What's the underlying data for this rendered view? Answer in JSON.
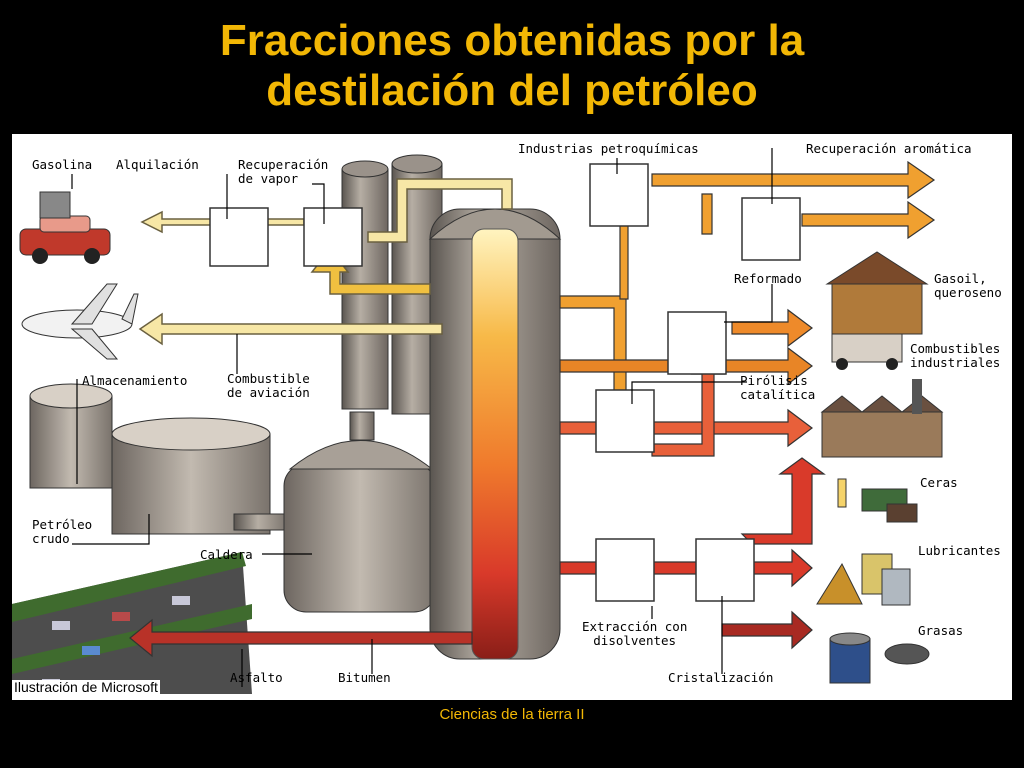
{
  "title": {
    "line1": "Fracciones obtenidas por la",
    "line2": "destilación del petróleo"
  },
  "labels": {
    "gasolina": "Gasolina",
    "alquilacion": "Alquilación",
    "recuperacion_vapor": "Recuperación\nde vapor",
    "industrias": "Industrias petroquímicas",
    "recuperacion_aromatica": "Recuperación aromática",
    "reformado": "Reformado",
    "gasoil": "Gasoil,\nqueroseno",
    "combustibles": "Combustibles\nindustriales",
    "almacenamiento": "Almacenamiento",
    "combustible_aviacion": "Combustible\nde aviación",
    "pirolisis": "Pirólisis\ncatalítica",
    "ceras": "Ceras",
    "petroleo_crudo": "Petróleo\ncrudo",
    "caldera": "Caldera",
    "lubricantes": "Lubricantes",
    "extraccion": "Extracción con\ndisolventes",
    "grasas": "Grasas",
    "asfalto": "Asfalto",
    "bitumen": "Bitumen",
    "cristalizacion": "Cristalización",
    "credit": "Ilustración de Microsoft"
  },
  "footer": "Ciencias de la tierra II",
  "colors": {
    "title": "#f2b705",
    "pale": "#f7e7a6",
    "orange": "#f0a030",
    "orange_dark": "#e88526",
    "red_orange": "#e8603a",
    "red": "#d93a2a",
    "dark_red": "#a82a22"
  }
}
